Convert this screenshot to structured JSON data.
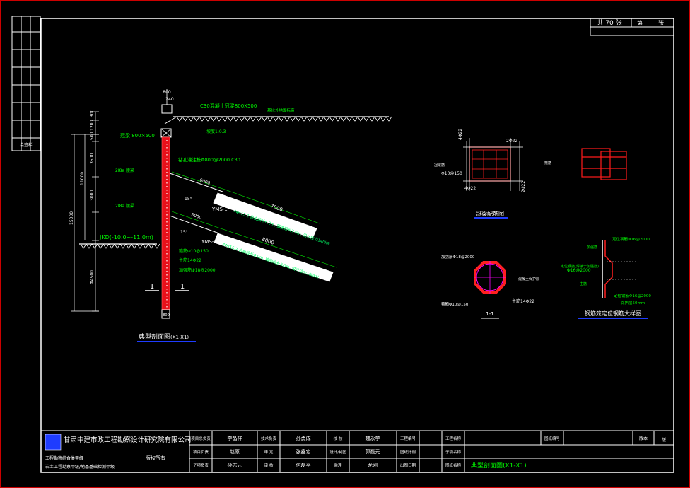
{
  "colors": {
    "background": "#000000",
    "frame_border": "#cc0000",
    "line": "#ffffff",
    "dim": "#00ff00",
    "pile": "#ff1a1a",
    "anchor_text": "#00ff66",
    "leader_blue": "#1e3cff",
    "circle_magenta": "#ff00ff",
    "soil_hatch": "#ffffff"
  },
  "sheet_count": {
    "total_label": "共 70 张",
    "sheet_label": "第",
    "sheet_suffix": "张"
  },
  "side_strip": {
    "label": "会签栏"
  },
  "main_section": {
    "title": "典型剖面图",
    "title_suffix": "(X1-X1)",
    "cap_width": "800",
    "cap_label": "240",
    "capbeam_text": "C30混凝土冠梁800X500",
    "surface_note": "基坑外地面标高",
    "slope_ratio": "坡度1:0.3",
    "pile_text": "钻孔灌注桩Φ800@2000 C30",
    "dim_1": "300",
    "dim_2": "1200",
    "dim_3": "500",
    "dim_4": "3500",
    "dim_5": "3000",
    "dim_6": "11000",
    "dim_7": "15000",
    "dim_8": "4500",
    "total_depth": "Φ4500",
    "cap_spec": "冠梁 800×500",
    "level_text": "JKD(-10.0~-11.0m)",
    "anchor1_label": "YMS-1",
    "anchor1_spec": "4Φs15.2 自由段长6.0m, 锚固段长7.0m, 设计拉力140kN",
    "anchor1_len": "7000",
    "anchor1_free": "6000",
    "anchor2_label": "YMS-2",
    "anchor2_spec": "4Φs15.2 自由段长6.0m, 锚固段长8.0m, 设计拉力180kN",
    "anchor2_len": "8000",
    "anchor2_free": "5000",
    "angle_1": "15°",
    "angle_2": "15°",
    "row1_label": "2Ⅰ8a 腰梁",
    "row2_label": "2Ⅰ8a 腰梁",
    "rebar_1": "箍筋Φ10@150",
    "rebar_2": "主筋14Φ22",
    "rebar_3": "加强筋Φ18@2000",
    "section_mark": "1",
    "bottom_dim": "800"
  },
  "capbeam_section": {
    "title": "冠梁配筋图",
    "top_bar": "4Φ22",
    "right_bar": "2Φ22",
    "stirrup": "Φ10@150",
    "bottom_bar": "4Φ22",
    "side_bar": "2Φ22",
    "left_label": "冠梁筋",
    "right_label": "箍筋"
  },
  "circle_section": {
    "title": "1-1",
    "rebar_1": "加强筋Φ18@2000",
    "rebar_2": "箍筋Φ10@150",
    "rebar_3": "主筋14Φ22",
    "right_label": "混凝土保护层"
  },
  "rebar_detail": {
    "title": "钢筋笼定位钢筋大样图",
    "text_1": "定位钢筋Φ16@2000",
    "text_2": "加强筋",
    "text_3": "定位钢筋(焊接于加强筋)",
    "text_4": "Φ16@2000",
    "text_5": "主筋",
    "text_6": "定位钢筋Φ16@2000",
    "text_7": "保护层50mm"
  },
  "title_block": {
    "company": "甘肃中建市政工程勘察设计研究院有限公司",
    "cert_1": "工程勘察综合类甲级",
    "cert_2": "岩土工程勘察甲级/地基基础检测甲级",
    "rights": "版权所有",
    "rows": [
      {
        "role": "项目总负责",
        "name": "李晶祥",
        "role2": "技术负责",
        "name2": "孙勇成",
        "role3": "校    核",
        "name3": "魏永学"
      },
      {
        "role": "项目负责",
        "name": "赵原",
        "role2": "审    定",
        "name2": "张鑫宏",
        "role3": "设计/制图",
        "name3": "郭磊元"
      },
      {
        "role": "子项负责",
        "name": "孙志元",
        "role2": "审    核",
        "name2": "何磊平",
        "role3": "监理",
        "name3": "龙刚"
      }
    ],
    "field_labels": [
      "工程编号",
      "图纸比例",
      "出图日期"
    ],
    "field_labels2": [
      "工程名称",
      "子项名称",
      "图纸名称"
    ],
    "drawing_name": "典型剖面图(X1-X1)",
    "drawing_no_label": "图纸编号",
    "version_label": "版本",
    "version_suffix": "版"
  }
}
